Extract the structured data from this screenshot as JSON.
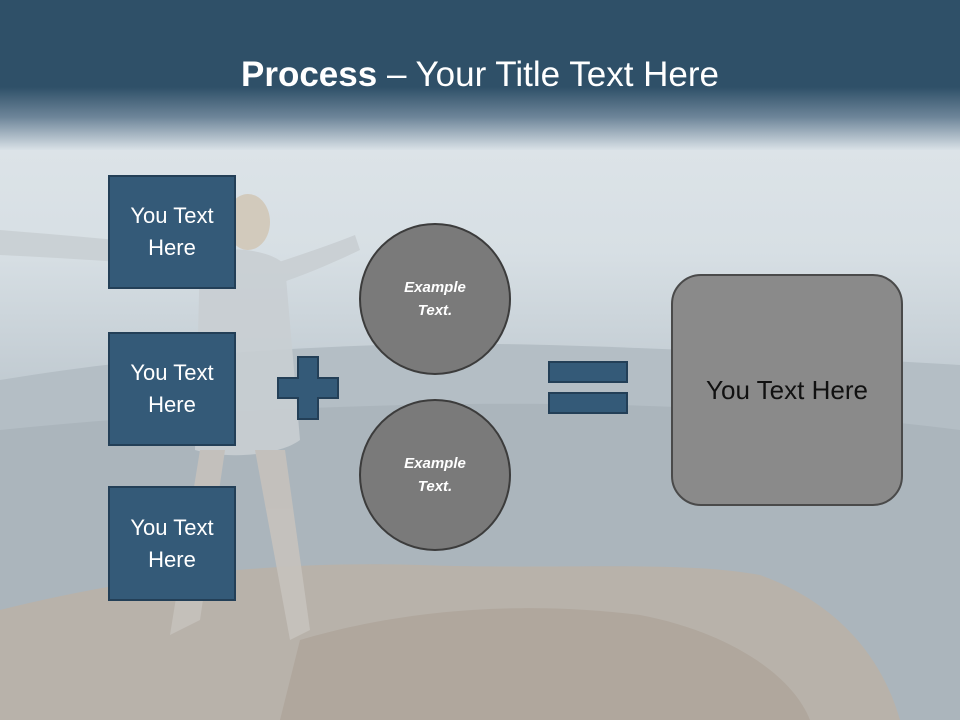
{
  "title": {
    "bold": "Process",
    "rest": " – Your Title Text Here"
  },
  "steps": [
    {
      "label": "You Text Here"
    },
    {
      "label": "You Text Here"
    },
    {
      "label": "You Text Here"
    }
  ],
  "circles": [
    {
      "label": "Example Text."
    },
    {
      "label": "Example Text."
    }
  ],
  "result": {
    "label": "You Text Here"
  },
  "colors": {
    "header": "#2f5068",
    "step_box": "#345a78",
    "circle": "#7a7a7a",
    "result_box": "#8a8a8a"
  },
  "icons": {
    "operator_1": "plus-icon",
    "operator_2": "equals-icon"
  }
}
